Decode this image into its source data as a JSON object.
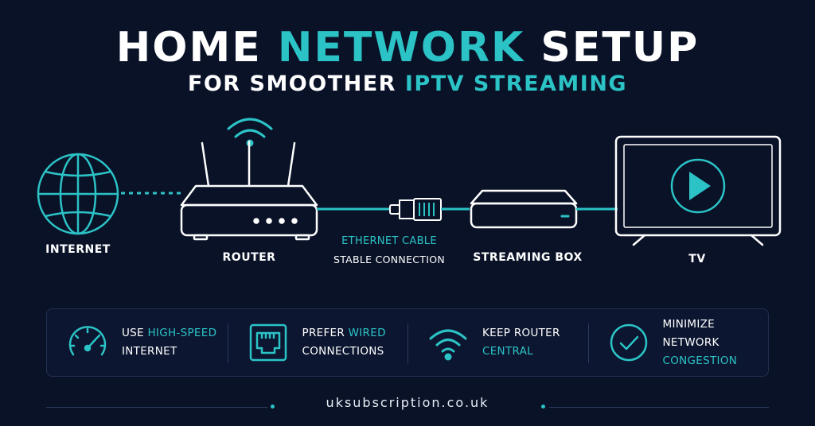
{
  "title": {
    "part1": "HOME ",
    "part2": "NETWORK",
    "part3": " SETUP"
  },
  "subtitle": {
    "part1": "FOR SMOOTHER ",
    "part2": "IPTV STREAMING"
  },
  "nodes": {
    "internet": "INTERNET",
    "router": "ROUTER",
    "streaming_box": "STREAMING BOX",
    "tv": "TV"
  },
  "cable": {
    "title": "ETHERNET CABLE",
    "subtitle": "STABLE CONNECTION"
  },
  "tips": [
    {
      "text1": "USE ",
      "accent1": "HIGH-SPEED",
      "text2": "INTERNET",
      "accent2": "",
      "icon": "speedometer-icon"
    },
    {
      "text1": "PREFER ",
      "accent1": "WIRED",
      "text2": "CONNECTIONS",
      "accent2": "",
      "icon": "ethernet-port-icon"
    },
    {
      "text1": "KEEP ROUTER",
      "accent1": "",
      "text2": "",
      "accent2": "CENTRAL",
      "icon": "wifi-icon"
    },
    {
      "text1": "MINIMIZE NETWORK",
      "accent1": "",
      "text2": "",
      "accent2": "CONGESTION",
      "icon": "check-circle-icon"
    }
  ],
  "footer": "uksubscription.co.uk",
  "colors": {
    "background": "#0a1228",
    "accent": "#2bc3c6",
    "text": "#ffffff"
  }
}
